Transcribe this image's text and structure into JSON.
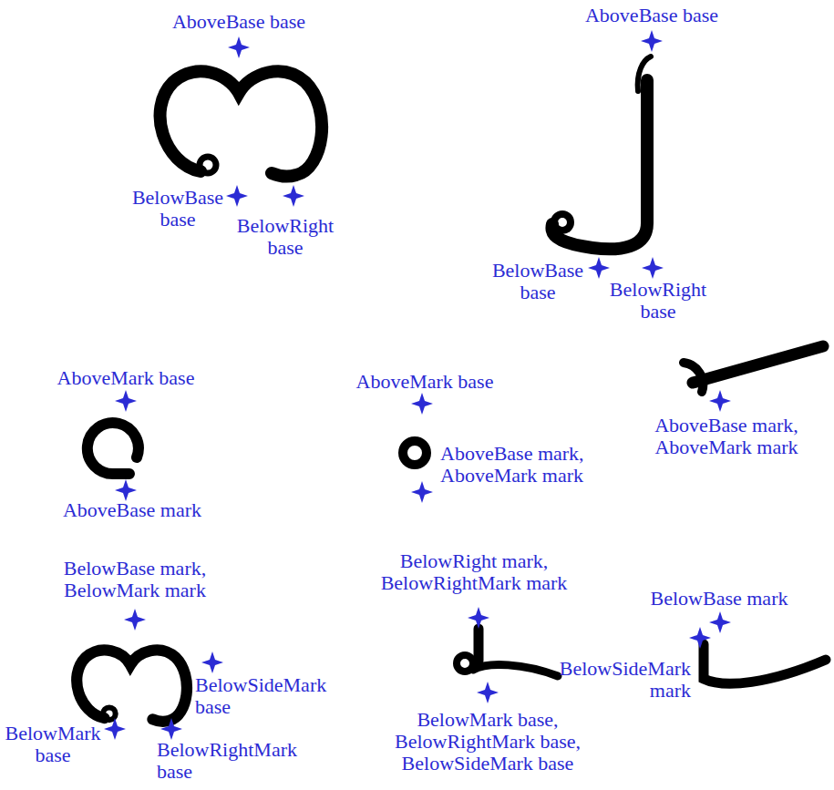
{
  "diagram": {
    "labels": [
      "AboveBase base",
      "AboveBase base",
      "BelowBase base",
      "BelowRight base",
      "BelowBase base",
      "BelowRight base",
      "AboveMark base",
      "AboveBase mark",
      "AboveMark base",
      "AboveBase mark, AboveMark mark",
      "AboveBase mark, AboveMark mark",
      "BelowBase mark, BelowMark mark",
      "BelowSideMark base",
      "BelowMark base",
      "BelowRightMark base",
      "BelowRight mark, BelowRightMark mark",
      "BelowMark base, BelowRightMark base, BelowSideMark base",
      "BelowBase mark",
      "BelowSideMark mark"
    ]
  }
}
